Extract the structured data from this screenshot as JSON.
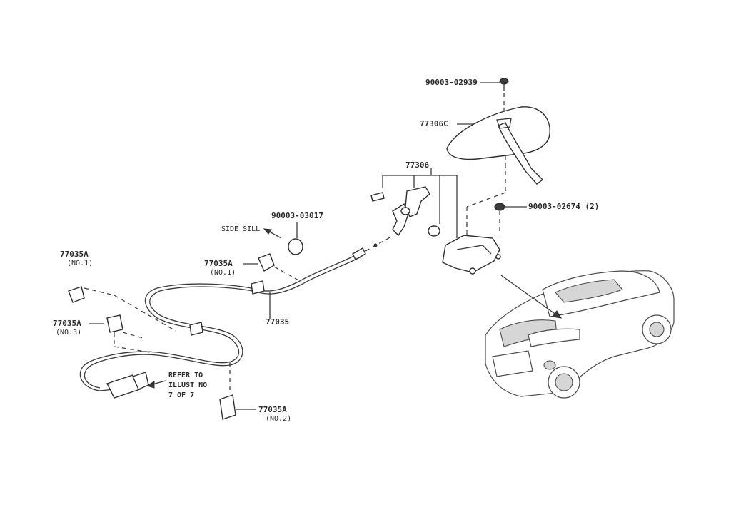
{
  "callouts": {
    "bolt_top": "90003-02939",
    "cover": "77306C",
    "hinge_assy": "77306",
    "plug_side_sill": "90003-03017",
    "side_sill": "SIDE SILL",
    "clamp_no1_left": "77035A",
    "clamp_no1_left_sub": "(NO.1)",
    "clamp_no1_mid": "77035A",
    "clamp_no1_mid_sub": "(NO.1)",
    "clamp_no3": "77035A",
    "clamp_no3_sub": "(NO.3)",
    "cable": "77035",
    "clamp_no2": "77035A",
    "clamp_no2_sub": "(NO.2)",
    "nut_right": "90003-02674 (2)",
    "refer_line1": "REFER TO",
    "refer_line2": "ILLUST NO",
    "refer_line3": "7 OF 7"
  }
}
